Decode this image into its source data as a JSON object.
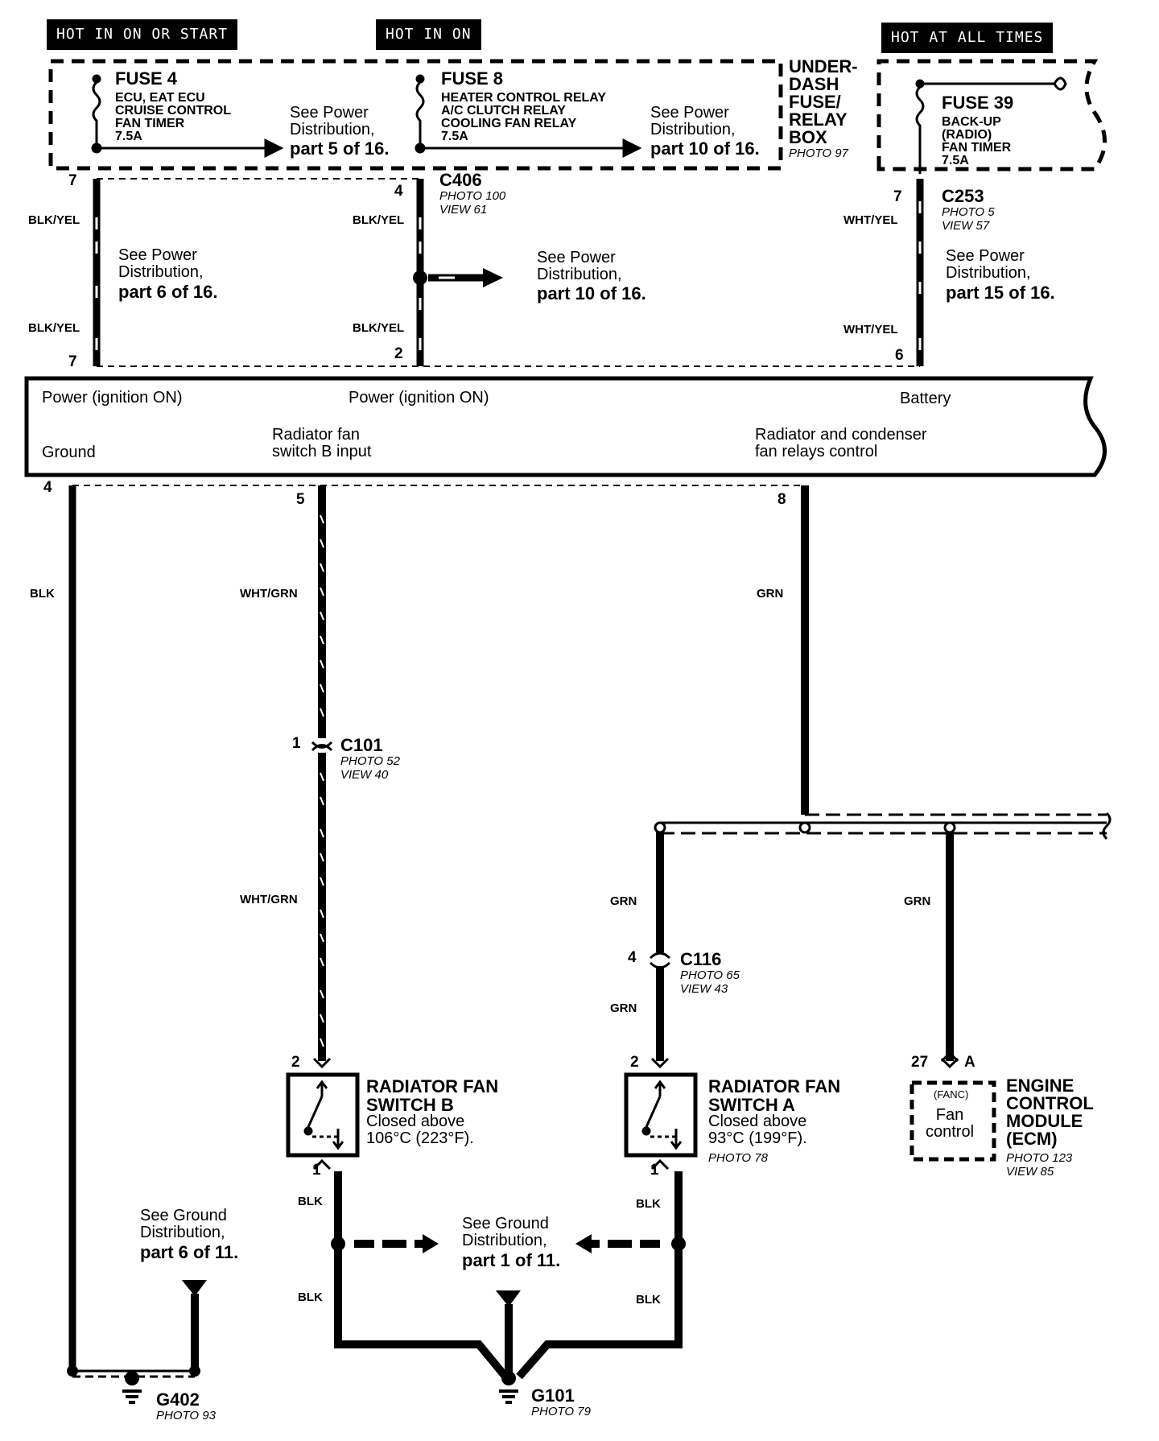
{
  "headers": {
    "hot_on_start": "HOT IN ON OR START",
    "hot_on": "HOT IN ON",
    "hot_all": "HOT AT ALL TIMES"
  },
  "fuse4": {
    "name": "FUSE 4",
    "desc": "ECU, EAT ECU\nCRUISE CONTROL\nFAN TIMER\n7.5A"
  },
  "fuse8": {
    "name": "FUSE 8",
    "desc": "HEATER CONTROL RELAY\nA/C CLUTCH RELAY\nCOOLING FAN RELAY\n7.5A"
  },
  "fuse39": {
    "name": "FUSE 39",
    "desc": "BACK-UP\n(RADIO)\nFAN TIMER\n7.5A"
  },
  "box": {
    "name": "UNDER-\nDASH\nFUSE/\nRELAY\nBOX",
    "photo": "PHOTO 97"
  },
  "refs": {
    "pd5_a": "See Power\nDistribution,",
    "pd5_b": "part 5 of 16.",
    "pd10top_a": "See Power\nDistribution,",
    "pd10top_b": "part 10 of 16.",
    "pd6_a": "See Power\nDistribution,",
    "pd6_b": "part 6 of 16.",
    "pd10_a": "See Power\nDistribution,",
    "pd10_b": "part 10 of 16.",
    "pd15_a": "See Power\nDistribution,",
    "pd15_b": "part 15 of 16.",
    "gd6_a": "See Ground\nDistribution,",
    "gd6_b": "part 6 of 11.",
    "gd1_a": "See Ground\nDistribution,",
    "gd1_b": "part 1 of 11."
  },
  "connectors": {
    "c406": {
      "name": "C406",
      "info": "PHOTO 100\nVIEW 61"
    },
    "c253": {
      "name": "C253",
      "info": "PHOTO 5\nVIEW 57"
    },
    "c101": {
      "name": "C101",
      "info": "PHOTO 52\nVIEW 40"
    },
    "c116": {
      "name": "C116",
      "info": "PHOTO 65\nVIEW 43"
    }
  },
  "pins": {
    "p7a": "7",
    "p7b": "7",
    "p4a": "4",
    "p2a": "2",
    "p7c": "7",
    "p6": "6",
    "m4": "4",
    "m5": "5",
    "m8": "8",
    "c101_1": "1",
    "sb2": "2",
    "sb1": "1",
    "c116_4": "4",
    "sa2": "2",
    "sa1": "1",
    "ecm27": "27",
    "ecmA": "A"
  },
  "wires": {
    "blkyel1": "BLK/YEL",
    "blkyel2": "BLK/YEL",
    "blkyel3": "BLK/YEL",
    "blkyel4": "BLK/YEL",
    "whtyel1": "WHT/YEL",
    "whtyel2": "WHT/YEL",
    "blk_left": "BLK",
    "whtgrn1": "WHT/GRN",
    "whtgrn2": "WHT/GRN",
    "grn_top": "GRN",
    "grn_a1": "GRN",
    "grn_a2": "GRN",
    "grn_ecm": "GRN",
    "blk_b": "BLK",
    "blk_a": "BLK",
    "blk_b2": "BLK",
    "blk_a2": "BLK"
  },
  "module": {
    "power1": "Power (ignition ON)",
    "power2": "Power (ignition ON)",
    "battery": "Battery",
    "ground": "Ground",
    "fan_b_input": "Radiator fan\nswitch B input",
    "relays_control": "Radiator and condenser\nfan relays control"
  },
  "switch_b": {
    "name": "RADIATOR FAN\nSWITCH B",
    "desc": "Closed above\n106°C (223°F)."
  },
  "switch_a": {
    "name": "RADIATOR FAN\nSWITCH A",
    "desc": "Closed above\n93°C (199°F).",
    "photo": "PHOTO 78"
  },
  "ecm": {
    "name": "ENGINE\nCONTROL\nMODULE\n(ECM)",
    "info": "PHOTO 123\nVIEW 85",
    "fanc": "(FANC)",
    "fan_control": "Fan\ncontrol"
  },
  "grounds": {
    "g402": {
      "name": "G402",
      "photo": "PHOTO 93"
    },
    "g101": {
      "name": "G101",
      "photo": "PHOTO 79"
    }
  }
}
